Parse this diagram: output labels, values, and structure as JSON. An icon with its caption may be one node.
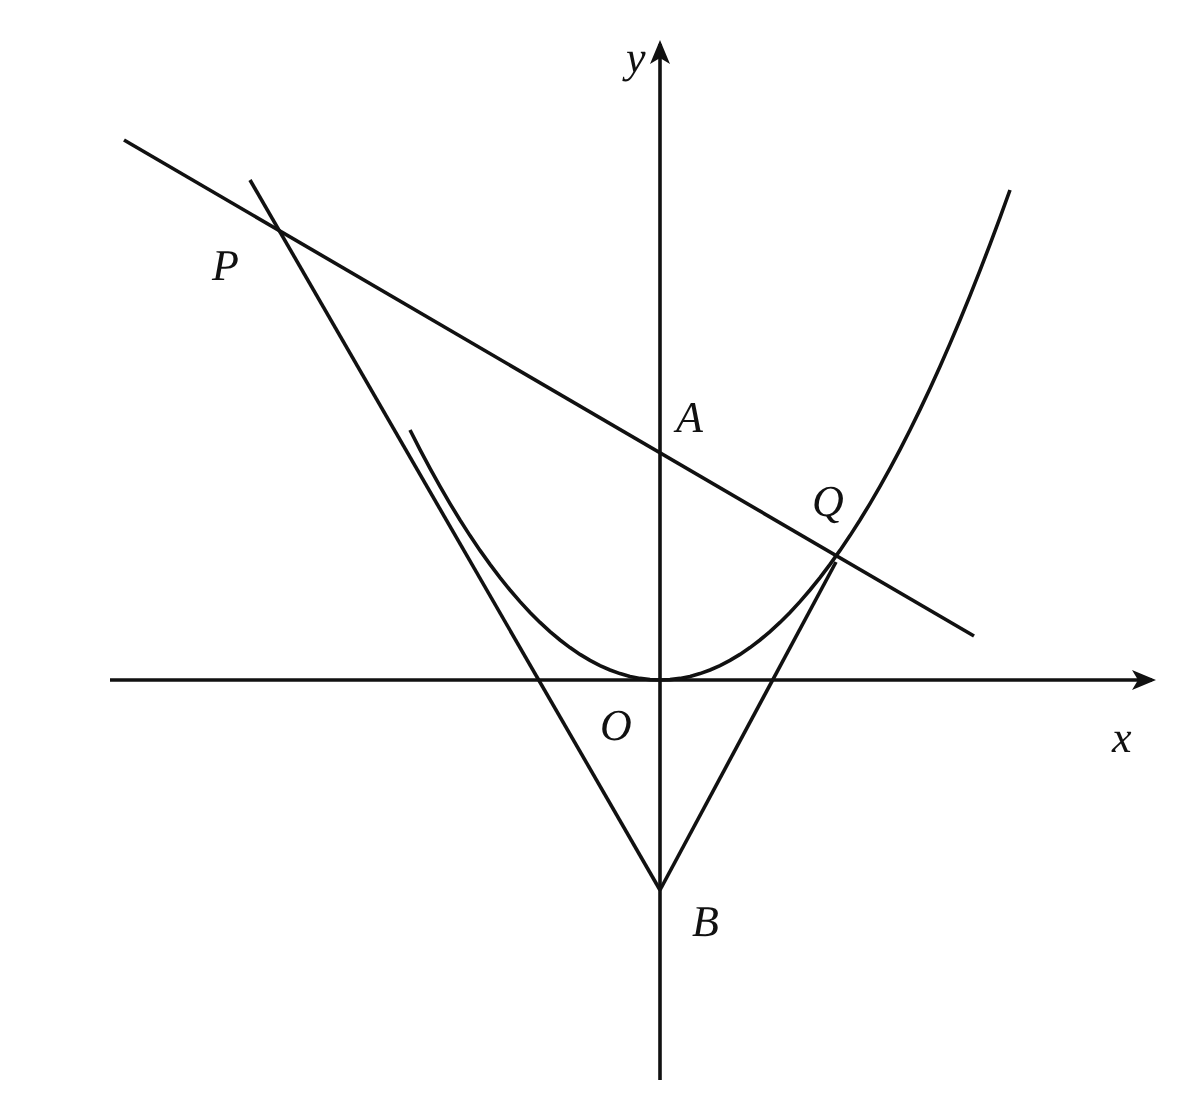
{
  "diagram": {
    "labels": [
      "y",
      "P",
      "A",
      "Q",
      "O",
      "x",
      "B"
    ]
  }
}
